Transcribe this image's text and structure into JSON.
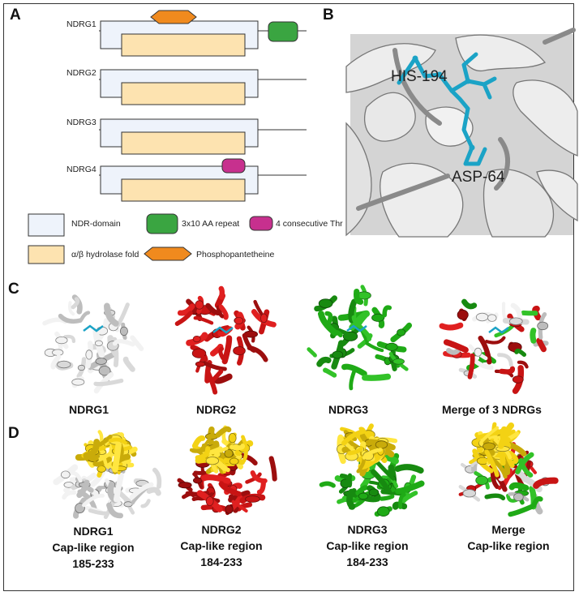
{
  "panels": {
    "a": "A",
    "b": "B",
    "c": "C",
    "d": "D"
  },
  "panel_a": {
    "genes": [
      "NDRG1",
      "NDRG2",
      "NDRG3",
      "NDRG4"
    ],
    "legend": {
      "ndr_domain": "NDR-domain",
      "repeat": "3x10 AA repeat",
      "thr": "4 consecutive Thr",
      "hydrolase": "α/β hydrolase fold",
      "phospho": "Phosphopantetheine"
    },
    "colors": {
      "ndr_domain": "#eef3fb",
      "hydrolase": "#fde3b0",
      "repeat": "#3aa541",
      "thr": "#c7308e",
      "phospho": "#f08a1e"
    }
  },
  "panel_b": {
    "residues": [
      "HIS-194",
      "ASP-64"
    ],
    "colors": {
      "backbone": "#c9c9c9",
      "residue": "#1ba3c6"
    }
  },
  "panel_c": {
    "labels": [
      "NDRG1",
      "NDRG2",
      "NDRG3",
      "Merge of 3 NDRGs"
    ],
    "colors": {
      "ndrg1": "#d9d9d9",
      "ndrg2": "#c81414",
      "ndrg3": "#1faa16",
      "ligand": "#1ba3c6"
    }
  },
  "panel_d": {
    "labels": [
      {
        "line1": "NDRG1",
        "line2": "Cap-like region",
        "line3": "185-233"
      },
      {
        "line1": "NDRG2",
        "line2": "Cap-like region",
        "line3": "184-233"
      },
      {
        "line1": "NDRG3",
        "line2": "Cap-like region",
        "line3": "184-233"
      },
      {
        "line1": "Merge",
        "line2": "Cap-like region",
        "line3": ""
      }
    ],
    "colors": {
      "cap": "#f3d214"
    }
  }
}
